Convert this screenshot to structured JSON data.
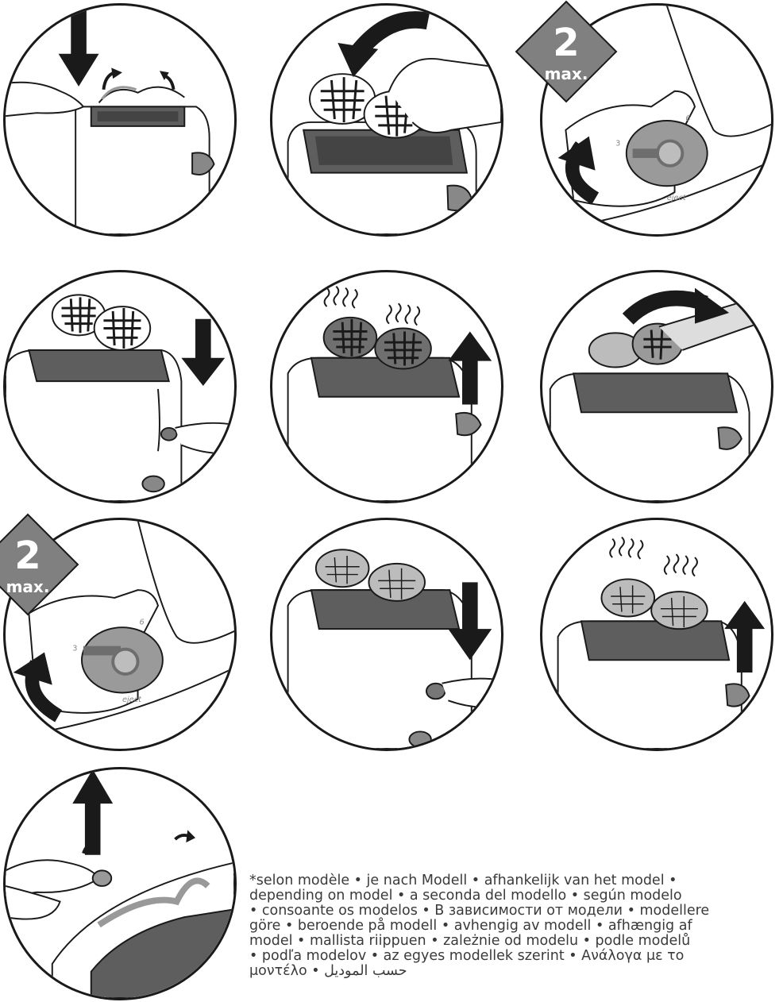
{
  "badges": {
    "max_number": "2",
    "max_unit": "max.",
    "fill_color": "#808080",
    "text_color": "#ffffff"
  },
  "dial": {
    "eject_label": "eject",
    "min_label": "3",
    "max_label": "6"
  },
  "icons": [
    "arrow-down-icon",
    "arrow-up-icon",
    "curved-arrow-icon",
    "steam-icon",
    "bread-roll-icon",
    "toaster-icon",
    "hand-icon",
    "dial-icon"
  ],
  "footnote": {
    "line1": "*selon modèle • je nach Modell • afhankelijk van het model •",
    "line2": "depending on model • a seconda del modello • según modelo",
    "line3": "• consoante os modelos • В зависимости от модели • modellere",
    "line4": "göre • beroende på modell • avhengig av modell • afhængig af",
    "line5": "model • mallista riippuen • zależnie od modelu • podle modelů",
    "line6": "• podľa modelov • az egyes modellek szerint • Ανάλογα με το",
    "line7": "μοντέλο •",
    "line8": "حسب الموديل"
  }
}
